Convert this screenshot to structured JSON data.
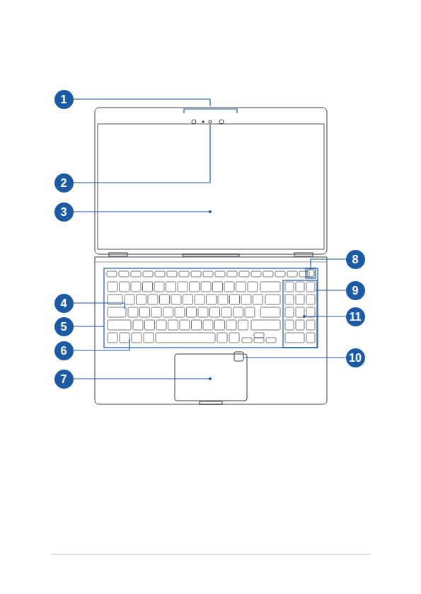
{
  "diagram": {
    "labels": [
      "1",
      "2",
      "3",
      "4",
      "5",
      "6",
      "7",
      "8",
      "9",
      "10",
      "11"
    ]
  }
}
